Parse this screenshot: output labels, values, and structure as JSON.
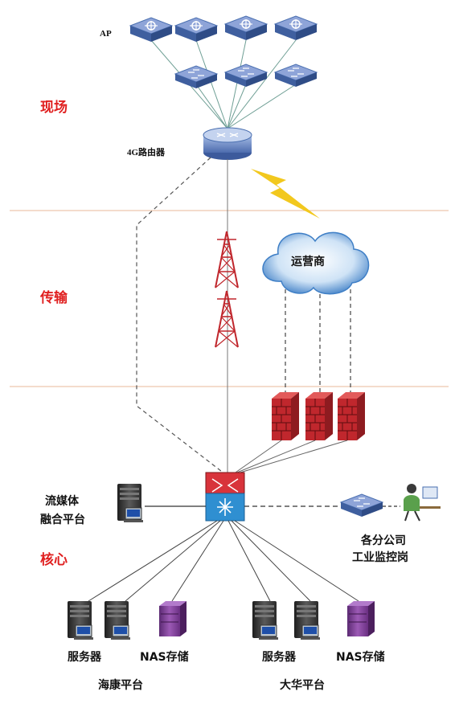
{
  "zones": {
    "onsite": "现场",
    "transport": "传输",
    "core": "核心"
  },
  "labels": {
    "ap": "AP",
    "router": "4G路由器",
    "carrier": "运营商",
    "media_platform_line1": "流媒体",
    "media_platform_line2": "融合平台",
    "branch_line1": "各分公司",
    "branch_line2": "工业监控岗",
    "server_left": "服务器",
    "nas_left": "NAS存储",
    "server_right": "服务器",
    "nas_right": "NAS存储",
    "platform_left": "海康平台",
    "platform_right": "大华平台"
  },
  "colors": {
    "zone_label": "#e02020",
    "zone_divider": "#e8b89a",
    "device_blue": "#4a6fb0",
    "firewall_red": "#c0272d",
    "lightning": "#f2c81e",
    "nas_purple": "#7a3b8f",
    "cloud_blue": "#4c86c9"
  },
  "icons": [
    "ap-icon",
    "switch-icon",
    "router-icon",
    "tower-icon",
    "cloud-icon",
    "firewall-icon",
    "core-switch-icon",
    "server-icon",
    "nas-icon",
    "operator-icon",
    "lightning-icon"
  ]
}
